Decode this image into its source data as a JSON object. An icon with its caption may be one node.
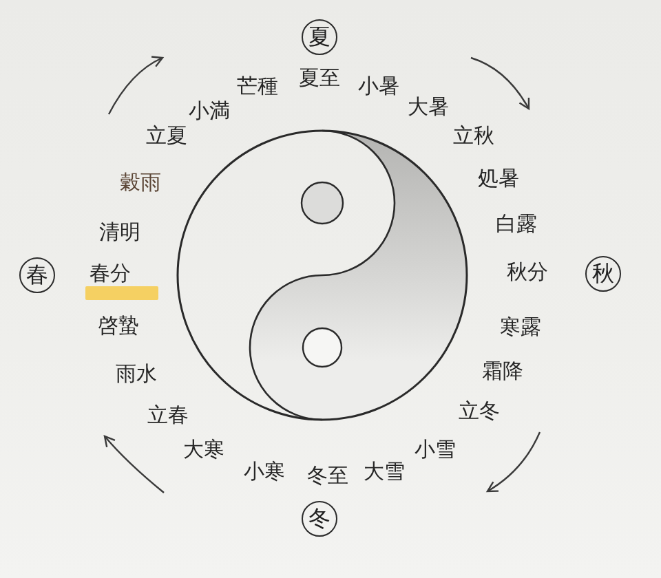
{
  "diagram": {
    "nodes": [
      {
        "text": [
          "夏"
        ]
      },
      {
        "text": [
          "春"
        ]
      },
      {
        "text": [
          "秋"
        ]
      },
      {
        "text": [
          "冬"
        ]
      }
    ],
    "labels": [
      "立春",
      "雨水",
      "啓蟄",
      "春分",
      "清明",
      "穀雨",
      "立夏",
      "小満",
      "芒種",
      "夏至",
      "小暑",
      "大暑",
      "立秋",
      "処暑",
      "白露",
      "秋分",
      "寒露",
      "霜降",
      "立冬",
      "小雪",
      "大雪",
      "冬至",
      "小寒",
      "大寒"
    ]
  }
}
